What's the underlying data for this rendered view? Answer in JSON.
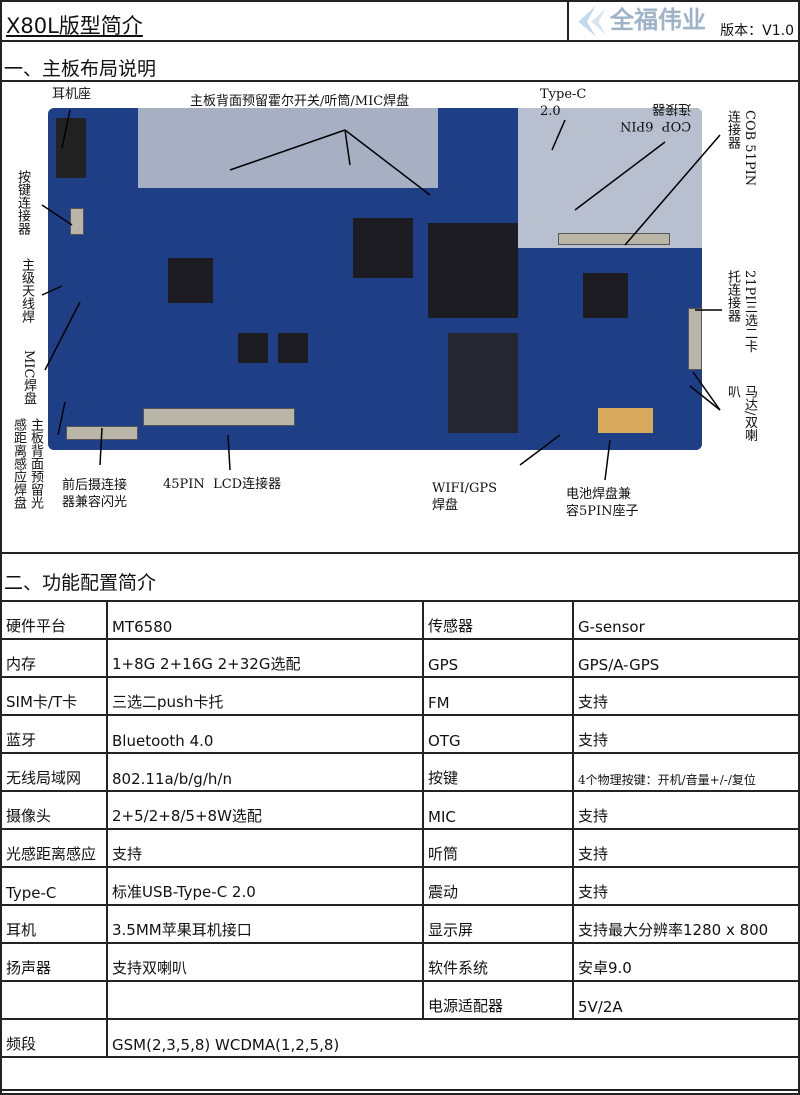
{
  "header": {
    "title": "X80L版型简介",
    "version": "版本：V1.0",
    "logo_text": "全福伟业"
  },
  "section1": {
    "title": "一、主板布局说明"
  },
  "board_labels": {
    "earphone": "耳机座",
    "back_reserved": "主板背面预留霍尔开关/听筒/MIC焊盘",
    "typec": "Type-C\n2.0",
    "cop6pin": "COP  6PIN\n连接器",
    "cob51pin": "COB 51PIN\n连接器",
    "card": "21PI三选二卡\n托连接器",
    "motor": "马达/双喇\n叭",
    "key": "按键连接器",
    "antenna": "主级天线焊",
    "mic": "MIC焊盘",
    "light": "主板背面预留光\n感距离感应焊盘",
    "camera": "前后摄连接\n器兼容闪光",
    "lcd": "45PIN  LCD连接器",
    "wifi": "WIFI/GPS\n焊盘",
    "battery": "电池焊盘兼\n容5PIN座子"
  },
  "colors": {
    "pcb": "#1e3f86",
    "logo": "#9fb3c8"
  },
  "section2": {
    "title": "二、功能配置简介"
  },
  "specs": [
    [
      "硬件平台",
      "MT6580",
      "传感器",
      "G-sensor"
    ],
    [
      "内存",
      "1+8G  2+16G 2+32G选配",
      "GPS",
      "GPS/A-GPS"
    ],
    [
      "SIM卡/T卡",
      "三选二push卡托",
      "FM",
      "支持"
    ],
    [
      "蓝牙",
      "Bluetooth  4.0",
      "OTG",
      "支持"
    ],
    [
      "无线局域网",
      "802.11a/b/g/h/n",
      "按键",
      "4个物理按键：开机/音量+/-/复位"
    ],
    [
      "摄像头",
      "2+5/2+8/5+8W选配",
      "MIC",
      "支持"
    ],
    [
      "光感距离感应",
      "支持",
      "听筒",
      "支持"
    ],
    [
      "Type-C",
      "标准USB-Type-C 2.0",
      "震动",
      "支持"
    ],
    [
      "耳机",
      "3.5MM苹果耳机接口",
      "显示屏",
      "支持最大分辨率1280  x  800"
    ],
    [
      "扬声器",
      "支持双喇叭",
      "软件系统",
      "安卓9.0"
    ],
    [
      "",
      "",
      "电源适配器",
      "5V/2A"
    ]
  ],
  "band": {
    "label": "频段",
    "value": "GSM(2,3,5,8) WCDMA(1,2,5,8)"
  }
}
